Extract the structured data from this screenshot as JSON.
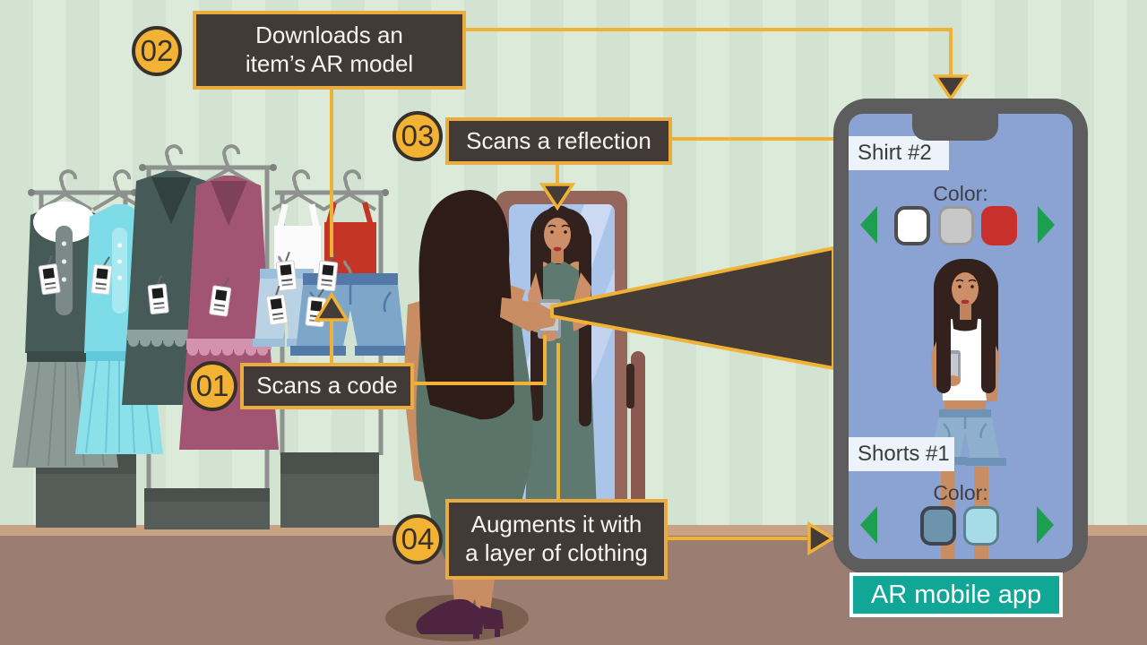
{
  "callouts": {
    "s1": {
      "num": "01",
      "text": "Scans a code"
    },
    "s2": {
      "num": "02",
      "line1": "Downloads an",
      "line2": "item’s AR model"
    },
    "s3": {
      "num": "03",
      "text": "Scans a reflection"
    },
    "s4": {
      "num": "04",
      "line1": "Augments it with",
      "line2": "a layer of clothing"
    }
  },
  "phone_app": {
    "shirt_panel": {
      "label": "Shirt #2",
      "color_label": "Color:",
      "colors": [
        "#ffffff",
        "#c8c8c8",
        "#c8302b"
      ],
      "selected_index": 0
    },
    "shorts_panel": {
      "label": "Shorts #1",
      "color_label": "Color:",
      "colors": [
        "#6e93ad",
        "#a8dbe8"
      ],
      "selected_index": 0
    },
    "caption": "AR mobile app"
  },
  "theme": {
    "accent_yellow": "#f0b234",
    "callout_bg": "#413a36",
    "teal": "#11a797",
    "screen_blue": "#8ba3d3",
    "arrow_green": "#1d9e50",
    "floor": "#9b7d72",
    "wall": "#dcead9"
  }
}
